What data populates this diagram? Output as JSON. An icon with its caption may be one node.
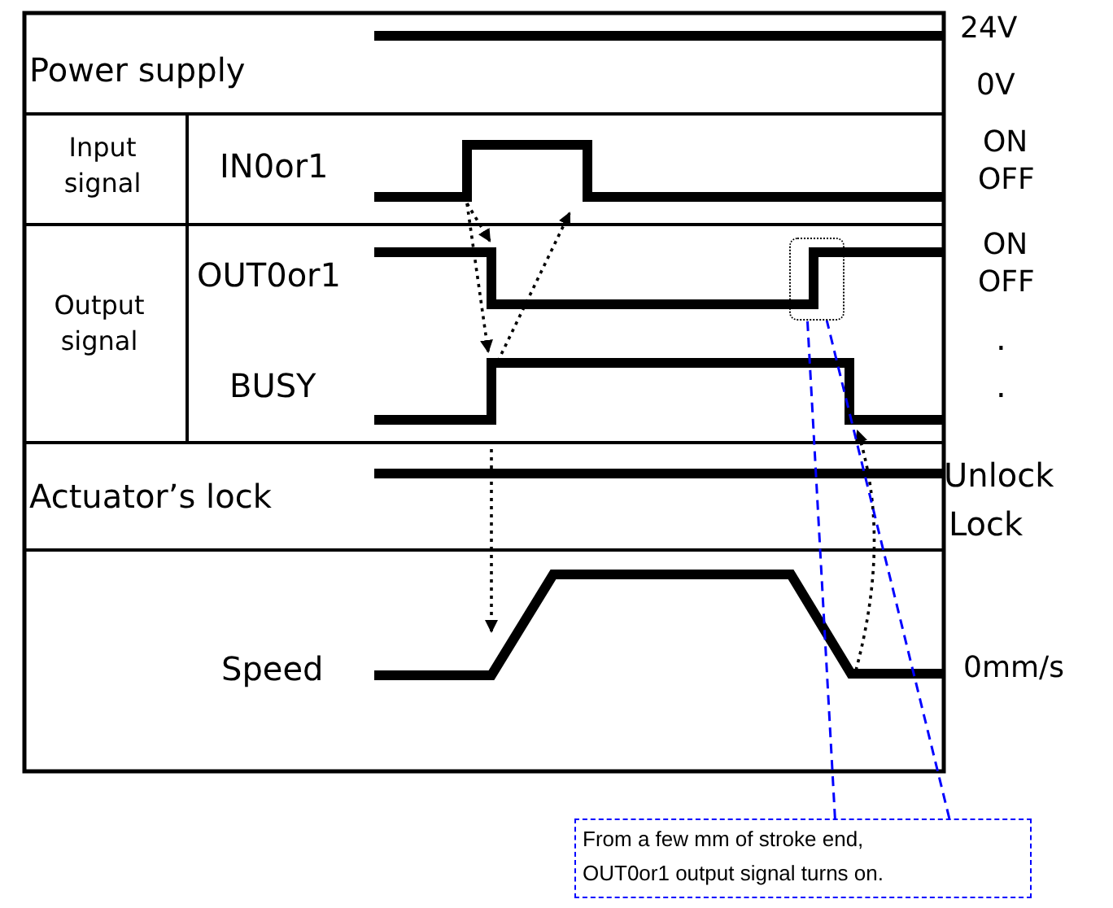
{
  "diagram": {
    "nodes": [
      {
        "text": [],
        "shape": "box"
      },
      {
        "text": [
          "From a few mm of stroke end, OUT0or1 output signal turns on."
        ]
      }
    ],
    "edges": [
      {
        "from": 1,
        "to": 0,
        "arrow": "none",
        "style": "dashed",
        "color": "#0000ff"
      },
      {
        "from": 1,
        "to": 0,
        "arrow": "none",
        "style": "dashed",
        "color": "#0000ff"
      }
    ],
    "labels": [
      "Power supply",
      "Input signal",
      "IN0or1",
      "Output signal",
      "OUT0or1",
      "BUSY",
      "Actuator’s lock",
      "Speed",
      "24V",
      "0V",
      "ON",
      "OFF",
      "ON",
      "OFF",
      ".",
      ".",
      "Unlock",
      "Lock",
      "0mm/s"
    ]
  }
}
